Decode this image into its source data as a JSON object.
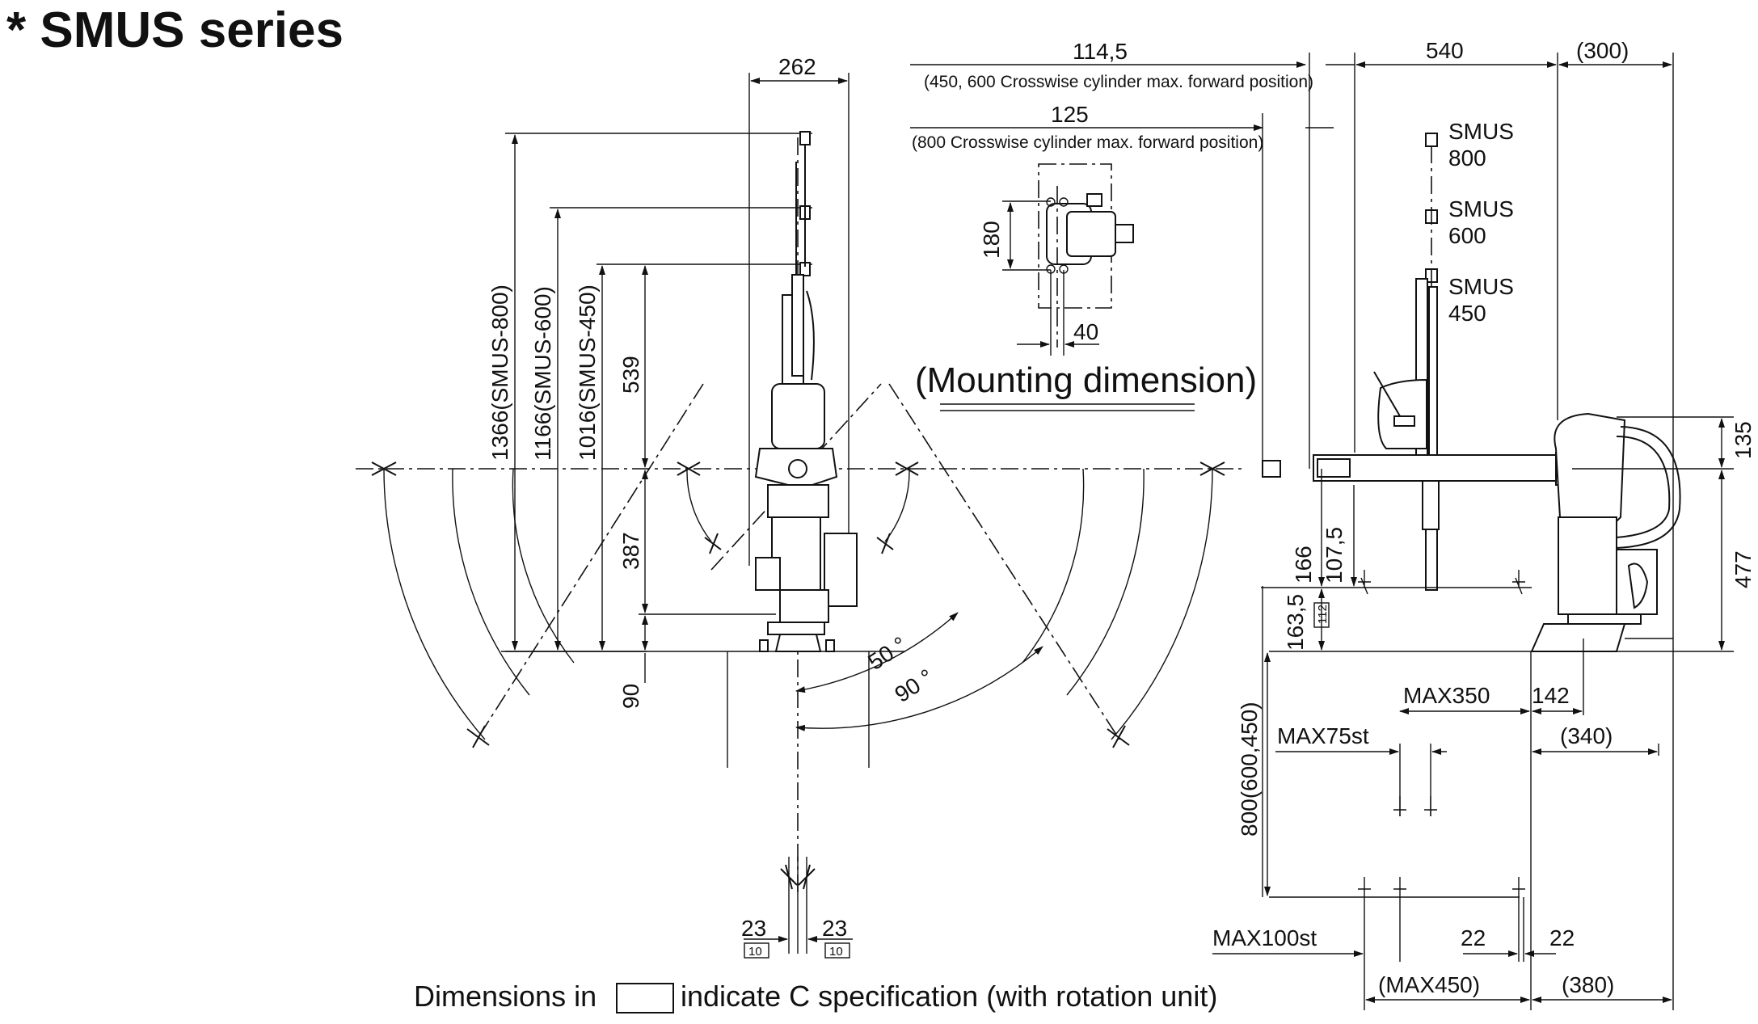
{
  "title": "* SMUS series",
  "mounting_caption": "(Mounting dimension)",
  "footnote": {
    "prefix": "Dimensions in",
    "suffix": "indicate C specification (with rotation unit)"
  },
  "front_view": {
    "width_top": "262",
    "h_800": "1366(SMUS-800)",
    "h_600": "1166(SMUS-600)",
    "h_450": "1016(SMUS-450)",
    "d_539": "539",
    "d_387": "387",
    "d_90": "90",
    "angle_50": "50 °",
    "angle_90": "90 °",
    "c23_left": "23",
    "c23_left_box": "10",
    "c23_right": "23",
    "c23_right_box": "10"
  },
  "mounting": {
    "note1_value": "114,5",
    "note1_text": "(450, 600 Crosswise cylinder max. forward position)",
    "note2_value": "125",
    "note2_text": "(800 Crosswise cylinder max. forward position)",
    "h180": "180",
    "w40": "40"
  },
  "side_view": {
    "d540": "540",
    "d300": "(300)",
    "smus800": [
      "SMUS",
      "800"
    ],
    "smus600": [
      "SMUS",
      "600"
    ],
    "smus450": [
      "SMUS",
      "450"
    ],
    "d135": "135",
    "d477": "477",
    "d166": "166",
    "d107": "107,5",
    "d163": "163,5",
    "d163_box": "112",
    "d800": "800(600,450)",
    "max350": "MAX350",
    "d142": "142",
    "max75": "MAX75st",
    "d340": "(340)",
    "max100": "MAX100st",
    "d22a": "22",
    "d22b": "22",
    "max450": "(MAX450)",
    "d380": "(380)"
  }
}
